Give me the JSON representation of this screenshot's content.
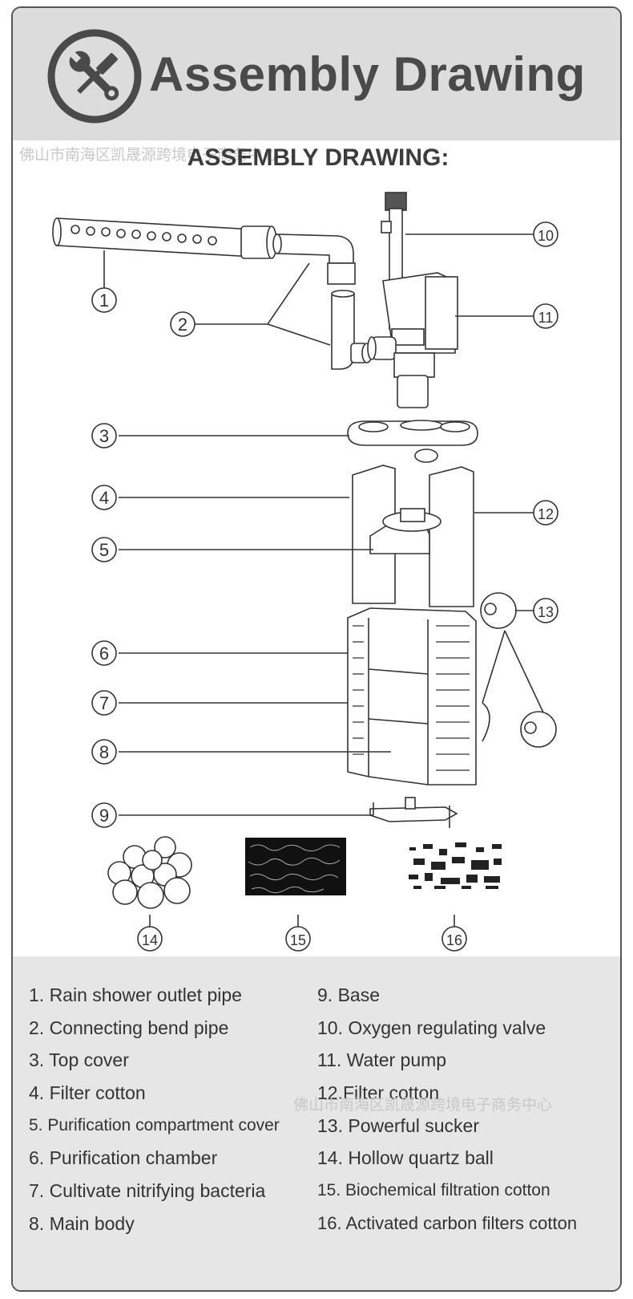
{
  "header": {
    "title": "Assembly Drawing",
    "logo_icon": "tools-wrench-screwdriver-icon"
  },
  "diagram": {
    "title": "ASSEMBLY DRAWING:",
    "callouts": [
      "1",
      "2",
      "3",
      "4",
      "5",
      "6",
      "7",
      "8",
      "9",
      "10",
      "11",
      "12",
      "13",
      "14",
      "15",
      "16"
    ]
  },
  "watermarks": [
    "佛山市南海区凯晟源跨境电子商务中心",
    "佛山市南海区凯晟源跨境电子商务中心"
  ],
  "legend": {
    "left": [
      "1. Rain shower outlet pipe",
      "2. Connecting bend pipe",
      "3. Top cover",
      "4. Filter cotton",
      "5. Purification compartment cover",
      "6. Purification chamber",
      "7. Cultivate nitrifying bacteria",
      "8. Main body"
    ],
    "right": [
      "9. Base",
      "10. Oxygen regulating valve",
      "11. Water pump",
      "12.Filter cotton",
      "13. Powerful sucker",
      "14. Hollow quartz ball",
      "15. Biochemical filtration cotton",
      "16. Activated carbon filters cotton"
    ]
  },
  "colors": {
    "header_bg": "#dcdcdc",
    "legend_bg": "#e6e6e6",
    "text": "#333333",
    "line": "#444444"
  }
}
